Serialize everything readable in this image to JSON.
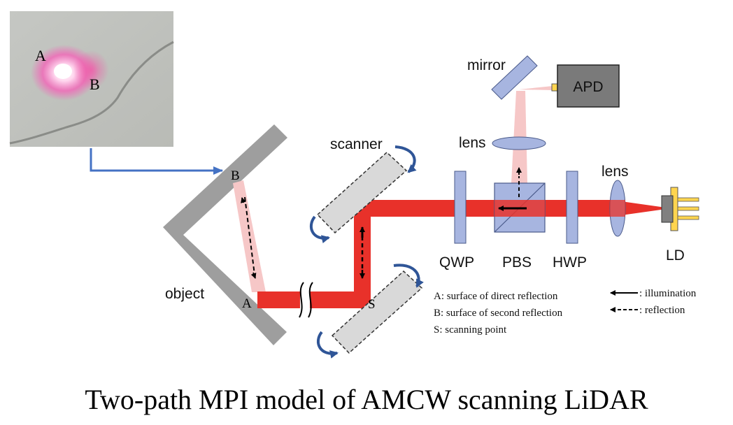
{
  "photo": {
    "label_a": "A",
    "label_b": "B"
  },
  "components": {
    "mirror": "mirror",
    "apd": "APD",
    "lens_top": "lens",
    "lens_right": "lens",
    "scanner": "scanner",
    "qwp": "QWP",
    "pbs": "PBS",
    "hwp": "HWP",
    "ld": "LD",
    "object": "object"
  },
  "points": {
    "a": "A",
    "b": "B",
    "s": "S"
  },
  "legend": {
    "a_desc": "A: surface of direct reflection",
    "b_desc": "B: surface of second reflection",
    "s_desc": "S: scanning point",
    "illumination": ": illumination",
    "reflection": ": reflection"
  },
  "caption": "Two-path MPI model of AMCW scanning LiDAR",
  "colors": {
    "beam": "#e8312a",
    "reflected_beam": "#f6c7c7",
    "object": "#9e9e9e",
    "optic": "#a7b5e0",
    "rotation_arrow": "#2f5597",
    "pointer_arrow": "#4472c4",
    "apd": "#7a7a7a"
  }
}
